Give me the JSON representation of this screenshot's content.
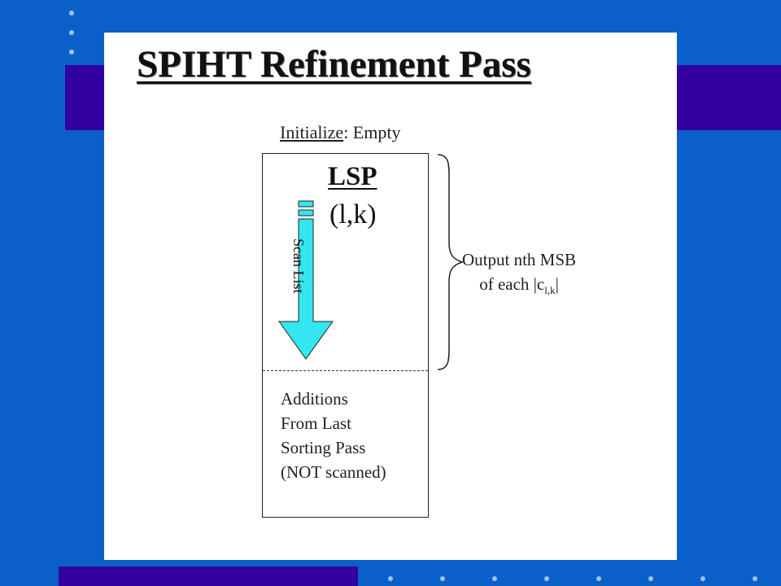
{
  "slide": {
    "title": "SPIHT Refinement Pass",
    "initialize_label": "Initialize",
    "initialize_value": ": Empty",
    "list_name": "LSP",
    "list_item": "(l,k)",
    "arrow_label": "Scan List",
    "additions_lines": [
      "Additions",
      "From Last",
      "Sorting Pass",
      "(NOT scanned)"
    ],
    "output_line1": "Output nth MSB",
    "output_line2_prefix": "of each |c",
    "output_line2_sub": "l,k",
    "output_line2_suffix": "|"
  },
  "colors": {
    "background": "#0b5fc9",
    "band": "#3300a0",
    "arrow_fill": "#33e6f0",
    "slide": "#ffffff"
  }
}
